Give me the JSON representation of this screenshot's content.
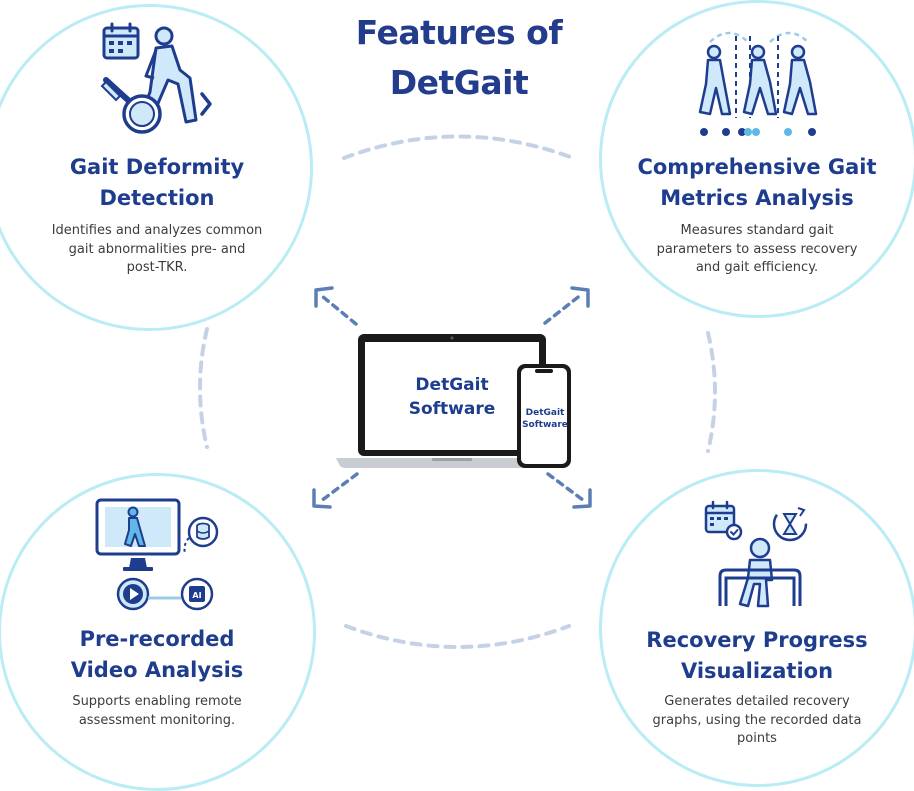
{
  "title": {
    "line1": "Features of",
    "line2": "DetGait"
  },
  "center": {
    "laptop_label_line1": "DetGait",
    "laptop_label_line2": "Software",
    "phone_label_line1": "DetGait",
    "phone_label_line2": "Software"
  },
  "features": [
    {
      "title_line1": "Gait Deformity",
      "title_line2": "Detection",
      "desc_line1": "Identifies and analyzes common",
      "desc_line2": "gait abnormalities pre- and",
      "desc_line3": "post-TKR.",
      "icon": "walker-magnifier-calendar-icon"
    },
    {
      "title_line1": "Comprehensive Gait",
      "title_line2": "Metrics Analysis",
      "desc_line1": "Measures standard gait",
      "desc_line2": "parameters to assess recovery",
      "desc_line3": "and gait efficiency.",
      "icon": "gait-sequence-icon"
    },
    {
      "title_line1": "Pre-recorded",
      "title_line2": "Video Analysis",
      "desc_line1": "Supports enabling remote",
      "desc_line2": "assessment monitoring.",
      "icon": "monitor-video-ai-icon",
      "ai_badge": "AI"
    },
    {
      "title_line1": "Recovery Progress",
      "title_line2": "Visualization",
      "desc_line1": "Generates detailed recovery",
      "desc_line2": "graphs, using the recorded data",
      "desc_line3": "points",
      "icon": "rehab-parallel-bars-icon"
    }
  ],
  "colors": {
    "navy": "#1f3d8e",
    "circle_border": "#b9ecf4",
    "icon_fill": "#cfe9fb",
    "arrow": "#5b7fb5",
    "dashed": "#c3d3e5"
  }
}
